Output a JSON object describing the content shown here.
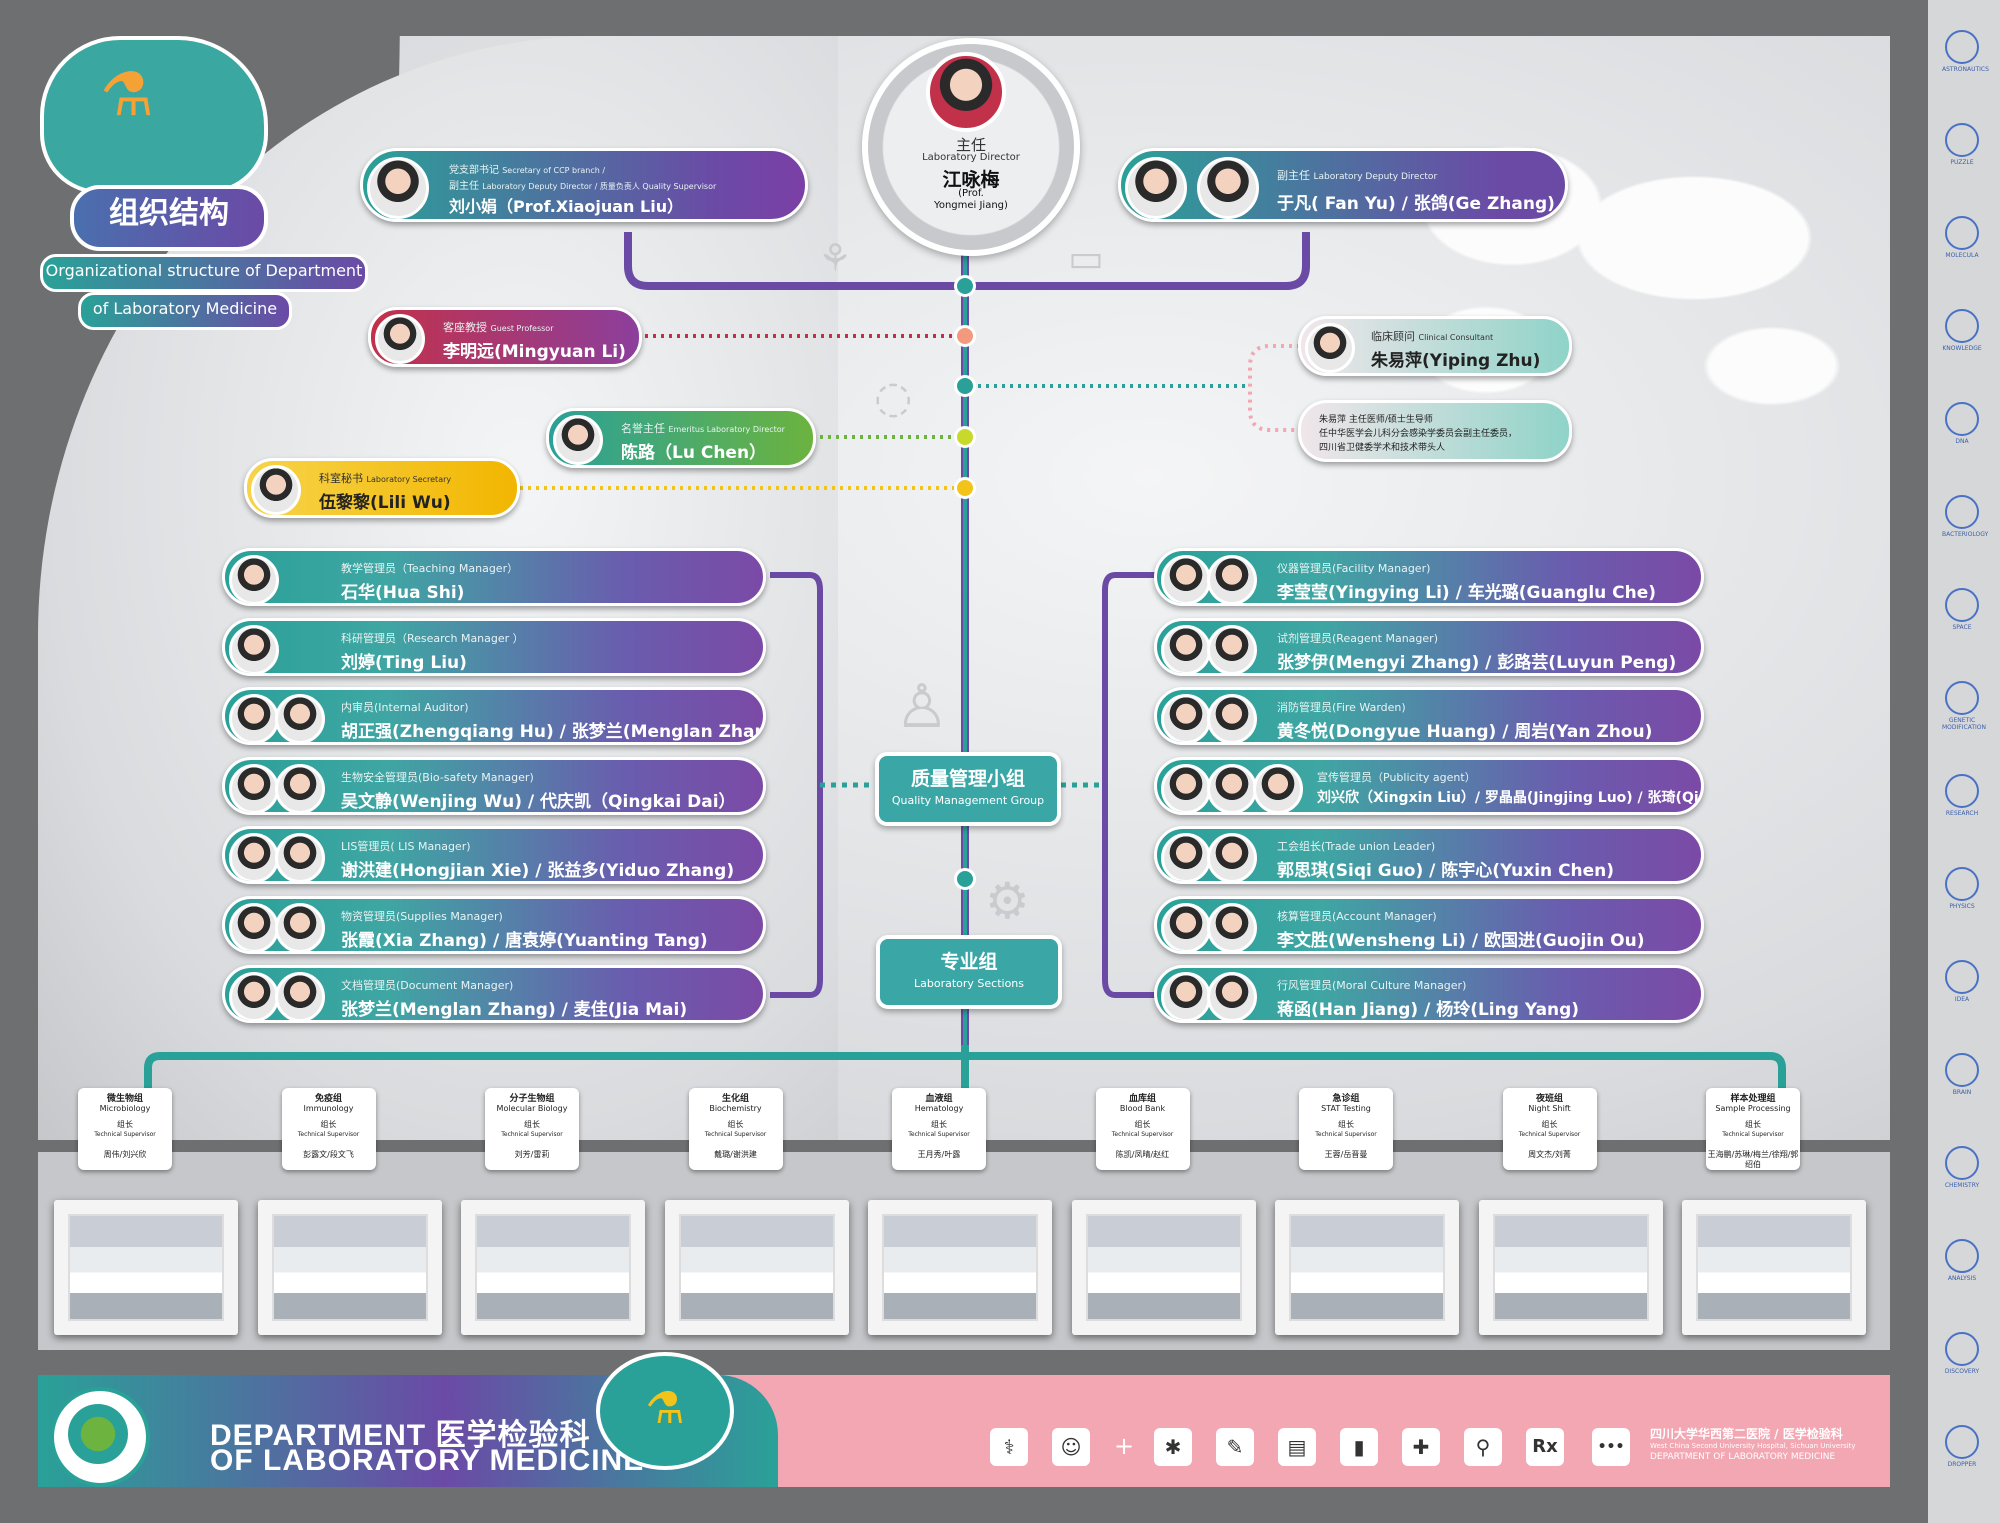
{
  "title": {
    "cn": "组织结构",
    "en1": "Organizational structure of Department",
    "en2": "of Laboratory Medicine"
  },
  "director": {
    "cn_role": "主任",
    "en_role": "Laboratory Director",
    "name": "江咏梅",
    "en_name1": "(Prof.",
    "en_name2": "Yongmei Jiang)"
  },
  "secretary_ccp": {
    "line1a": "党支部书记",
    "line1b": "Secretary of CCP branch /",
    "line2a": "副主任",
    "line2b": "Laboratory Deputy Director / 质量负责人 Quality Supervisor",
    "name": "刘小娟（Prof.Xiaojuan Liu）"
  },
  "deputy": {
    "role_cn": "副主任",
    "role_en": "Laboratory Deputy Director",
    "name": "于凡( Fan Yu) / 张鸽(Ge Zhang)"
  },
  "guest": {
    "role_cn": "客座教授",
    "role_en": "Guest Professor",
    "name": "李明远(Mingyuan Li)"
  },
  "consultant": {
    "role_cn": "临床顾问",
    "role_en": "Clinical Consultant",
    "name": "朱易萍(Yiping Zhu)",
    "note1": "朱易萍 主任医师/硕士生导师",
    "note2": "任中华医学会儿科分会感染学委员会副主任委员，",
    "note3": "四川省卫健委学术和技术带头人"
  },
  "emeritus": {
    "role_cn": "名誉主任",
    "role_en": "Emeritus Laboratory Director",
    "name": "陈路（Lu Chen）"
  },
  "lab_secretary": {
    "role_cn": "科室秘书",
    "role_en": "Laboratory Secretary",
    "name": "伍黎黎(Lili Wu)"
  },
  "left_cards": [
    {
      "role": "教学管理员（Teaching Manager）",
      "name": "石华(Hua Shi)"
    },
    {
      "role": "科研管理员（Research Manager ）",
      "name": "刘婷(Ting Liu)"
    },
    {
      "role": "内审员(Internal Auditor)",
      "name": "胡正强(Zhengqiang Hu) / 张梦兰(Menglan Zhang)"
    },
    {
      "role": "生物安全管理员(Bio-safety Manager)",
      "name": "吴文静(Wenjing Wu) / 代庆凯（Qingkai Dai）"
    },
    {
      "role": "LIS管理员( LIS Manager)",
      "name": "谢洪建(Hongjian Xie) / 张益多(Yiduo Zhang)"
    },
    {
      "role": "物资管理员(Supplies Manager)",
      "name": "张霞(Xia Zhang) / 唐袁婷(Yuanting Tang)"
    },
    {
      "role": "文档管理员(Document Manager)",
      "name": "张梦兰(Menglan Zhang) / 麦佳(Jia Mai)"
    }
  ],
  "right_cards": [
    {
      "role": "仪器管理员(Facility Manager)",
      "name": "李莹莹(Yingying Li) / 车光璐(Guanglu Che)"
    },
    {
      "role": "试剂管理员(Reagent Manager)",
      "name": "张梦伊(Mengyi Zhang) / 彭路芸(Luyun Peng)"
    },
    {
      "role": "消防管理员(Fire Warden)",
      "name": "黄冬悦(Dongyue Huang) / 周岩(Yan Zhou)"
    },
    {
      "role": "宣传管理员（Publicity agent）",
      "name": "刘兴欣（Xingxin Liu）/ 罗晶晶(Jingjing Luo) / 张琦(Qi Zhang)"
    },
    {
      "role": "工会组长(Trade union Leader)",
      "name": "郭思琪(Siqi Guo) / 陈宇心(Yuxin Chen)"
    },
    {
      "role": "核算管理员(Account Manager)",
      "name": "李文胜(Wensheng Li) / 欧国进(Guojin Ou)"
    },
    {
      "role": "行风管理员(Moral Culture Manager)",
      "name": "蒋函(Han Jiang) / 杨玲(Ling Yang)"
    }
  ],
  "qm_group": {
    "cn": "质量管理小组",
    "en": "Quality Management Group"
  },
  "lab_sections": {
    "cn": "专业组",
    "en": "Laboratory Sections"
  },
  "sections": [
    {
      "cn": "微生物组",
      "en": "Microbiology",
      "leader": "组长",
      "sup": "Technical Supervisor",
      "names": "周伟/刘兴欣"
    },
    {
      "cn": "免疫组",
      "en": "Immunology",
      "leader": "组长",
      "sup": "Technical Supervisor",
      "names": "彭露文/段文飞"
    },
    {
      "cn": "分子生物组",
      "en": "Molecular Biology",
      "leader": "组长",
      "sup": "Technical Supervisor",
      "names": "刘芳/雷莉"
    },
    {
      "cn": "生化组",
      "en": "Biochemistry",
      "leader": "组长",
      "sup": "Technical Supervisor",
      "names": "戴璐/谢洪建"
    },
    {
      "cn": "血液组",
      "en": "Hematology",
      "leader": "组长",
      "sup": "Technical Supervisor",
      "names": "王月秀/叶露"
    },
    {
      "cn": "血库组",
      "en": "Blood Bank",
      "leader": "组长",
      "sup": "Technical Supervisor",
      "names": "陈凯/凤晴/赵红"
    },
    {
      "cn": "急诊组",
      "en": "STAT Testing",
      "leader": "组长",
      "sup": "Technical Supervisor",
      "names": "王蓉/岳晋曼"
    },
    {
      "cn": "夜班组",
      "en": "Night Shift",
      "leader": "组长",
      "sup": "Technical Supervisor",
      "names": "周文杰/刘菁"
    },
    {
      "cn": "样本处理组",
      "en": "Sample Processing",
      "leader": "组长",
      "sup": "Technical Supervisor",
      "names": "王海鹏/苏琳/梅兰/徐翔/郭绍伯"
    }
  ],
  "footer": {
    "dept_en1": "DEPARTMENT",
    "dept_cn": "医学检验科",
    "dept_en2": "OF LABORATORY MEDICINE",
    "hosp_cn": "四川大学华西第二医院 / 医学检验科",
    "hosp_en1": "West China Second University Hospital, Sichuan University",
    "hosp_en2": "DEPARTMENT  OF LABORATORY MEDICINE"
  },
  "footer_icons": [
    "+",
    "Rx",
    "•••"
  ],
  "side_icons": [
    "ASTRONAUTICS",
    "PUZZLE",
    "MOLECULA",
    "KNOWLEDGE",
    "DNA",
    "BACTERIOLOGY",
    "SPACE",
    "GENETIC MODIFICATION",
    "RESEARCH",
    "PHYSICS",
    "IDEA",
    "BRAIN",
    "CHEMISTRY",
    "ANALYSIS",
    "DISCOVERY",
    "DROPPER"
  ],
  "colors": {
    "teal": "#2aa198",
    "purple": "#6b4aa6",
    "red": "#c2314a",
    "green": "#6cb33f",
    "yellow": "#f2c318",
    "pink": "#f2a7b3"
  }
}
